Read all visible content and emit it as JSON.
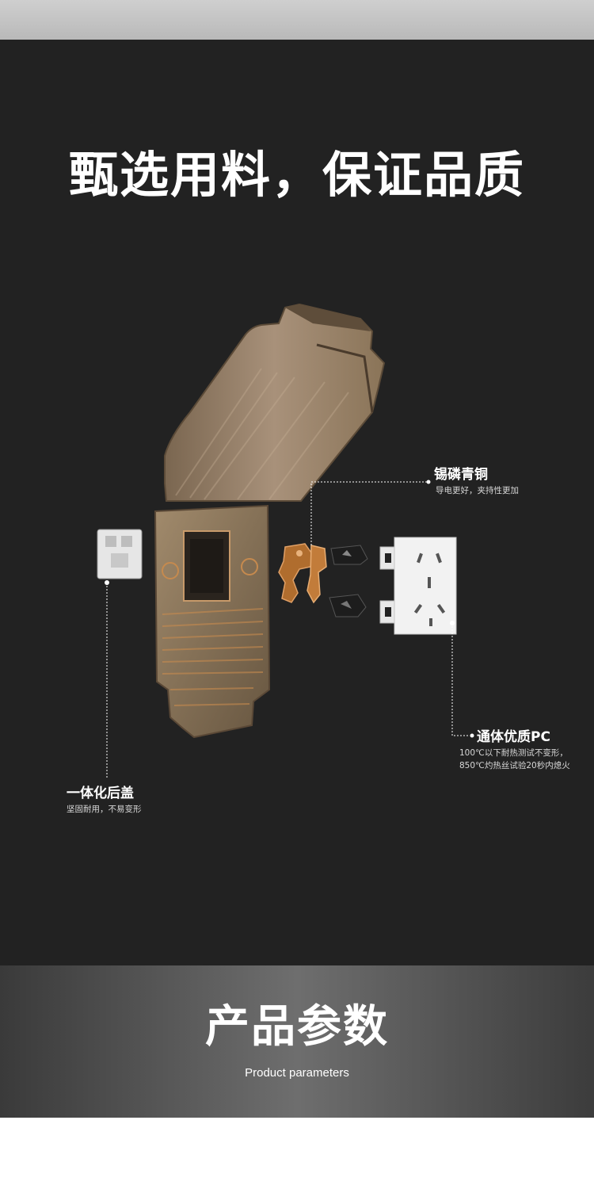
{
  "headline": "甄选用料，保证品质",
  "callouts": {
    "bronze": {
      "title": "锡磷青铜",
      "desc": "导电更好，夹持性更加"
    },
    "pc": {
      "title": "通体优质PC",
      "desc_line1": "100℃以下耐热测试不变形，",
      "desc_line2": "850℃灼热丝试验20秒内熄火"
    },
    "rear_cover": {
      "title": "一体化后盖",
      "desc": "坚固耐用，不易变形"
    }
  },
  "section": {
    "title": "产品参数",
    "subtitle": "Product parameters"
  },
  "colors": {
    "dark_bg": "#222222",
    "top_strip": "#c4c4c4",
    "cover_amber": "#8a7357",
    "bronze": "#c07a35",
    "socket_white": "#f2f2f2"
  }
}
